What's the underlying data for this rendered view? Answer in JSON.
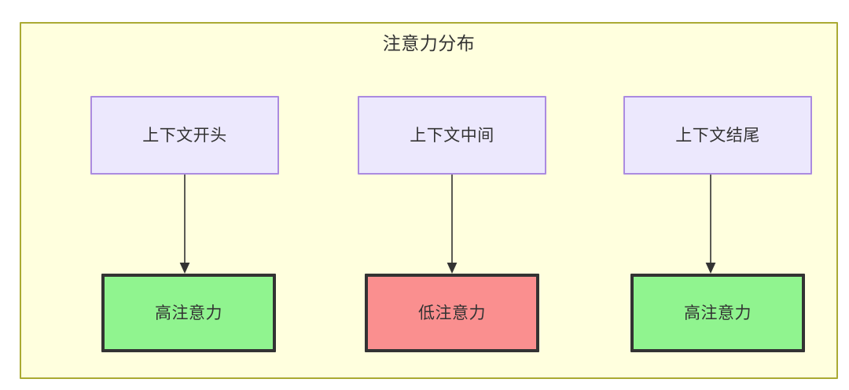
{
  "diagram": {
    "title": "注意力分布",
    "type": "flowchart",
    "container": {
      "fill": "#ffffde",
      "stroke": "#aaaa33"
    },
    "palette": {
      "context_fill": "#ece8fd",
      "context_stroke": "#ab8be0",
      "high_attention_fill": "#90f48f",
      "low_attention_fill": "#fa8f8f",
      "node_stroke": "#333333",
      "text": "#333333"
    },
    "lanes": [
      {
        "id": "lane-0",
        "context_label": "上下文开头",
        "attention_label": "高注意力",
        "attention_level": "high",
        "edge_label": ""
      },
      {
        "id": "lane-1",
        "context_label": "上下文中间",
        "attention_label": "低注意力",
        "attention_level": "low",
        "edge_label": ""
      },
      {
        "id": "lane-2",
        "context_label": "上下文结尾",
        "attention_label": "高注意力",
        "attention_level": "high",
        "edge_label": ""
      }
    ]
  }
}
